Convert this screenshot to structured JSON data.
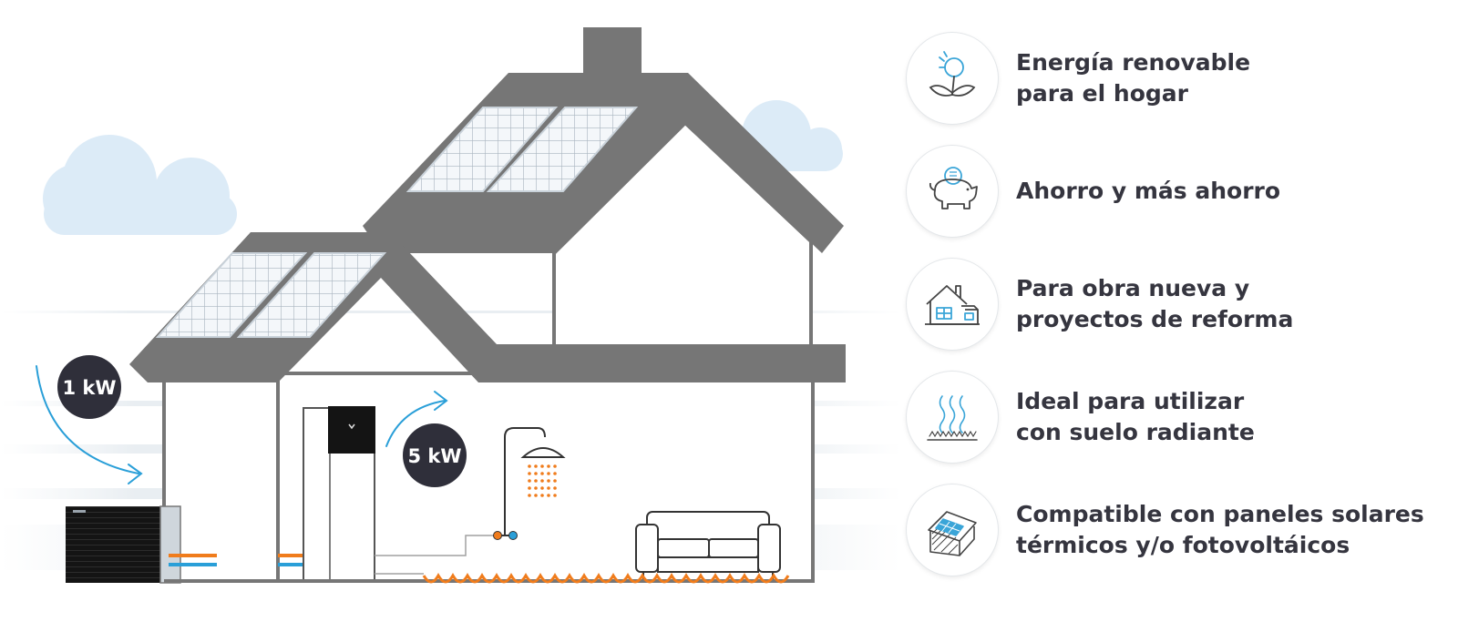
{
  "badges": {
    "left_power": "1 kW",
    "right_power": "5 kW"
  },
  "features": [
    {
      "icon": "renewable-energy-plant-icon",
      "line1": "Energía renovable",
      "line2": "para el hogar"
    },
    {
      "icon": "piggy-bank-icon",
      "line1": "Ahorro y más ahorro",
      "line2": ""
    },
    {
      "icon": "house-icon",
      "line1": "Para obra nueva y",
      "line2": "proyectos de reforma"
    },
    {
      "icon": "underfloor-heating-icon",
      "line1": "Ideal para utilizar",
      "line2": "con suelo radiante"
    },
    {
      "icon": "solar-roof-icon",
      "line1": "Compatible con paneles solares",
      "line2": "térmicos y/o fotovoltáicos"
    }
  ],
  "colors": {
    "house_gray": "#767676",
    "badge_dark": "#2f2f3a",
    "arrow_blue": "#2a9fd8",
    "pipe_orange": "#f07c1c",
    "cloud_blue": "#dcebf7",
    "icon_blue": "#3aa5d8"
  }
}
